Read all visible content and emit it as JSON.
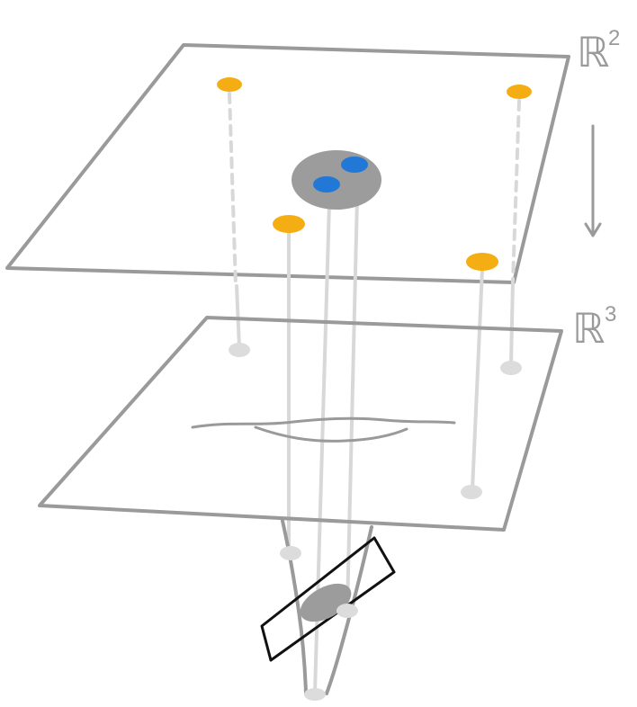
{
  "labels": {
    "top_plane": "ℝ",
    "top_plane_exponent": "2",
    "bottom_plane": "ℝ",
    "bottom_plane_exponent": "3"
  },
  "colors": {
    "outline": "#9a9a9a",
    "projection": "#d8d8d8",
    "yellow_point": "#f5ad14",
    "blue_point": "#2278d6",
    "cluster": "#9c9c9c",
    "box": "#111111"
  },
  "icons": {
    "direction_arrow": "down-arrow-icon"
  }
}
